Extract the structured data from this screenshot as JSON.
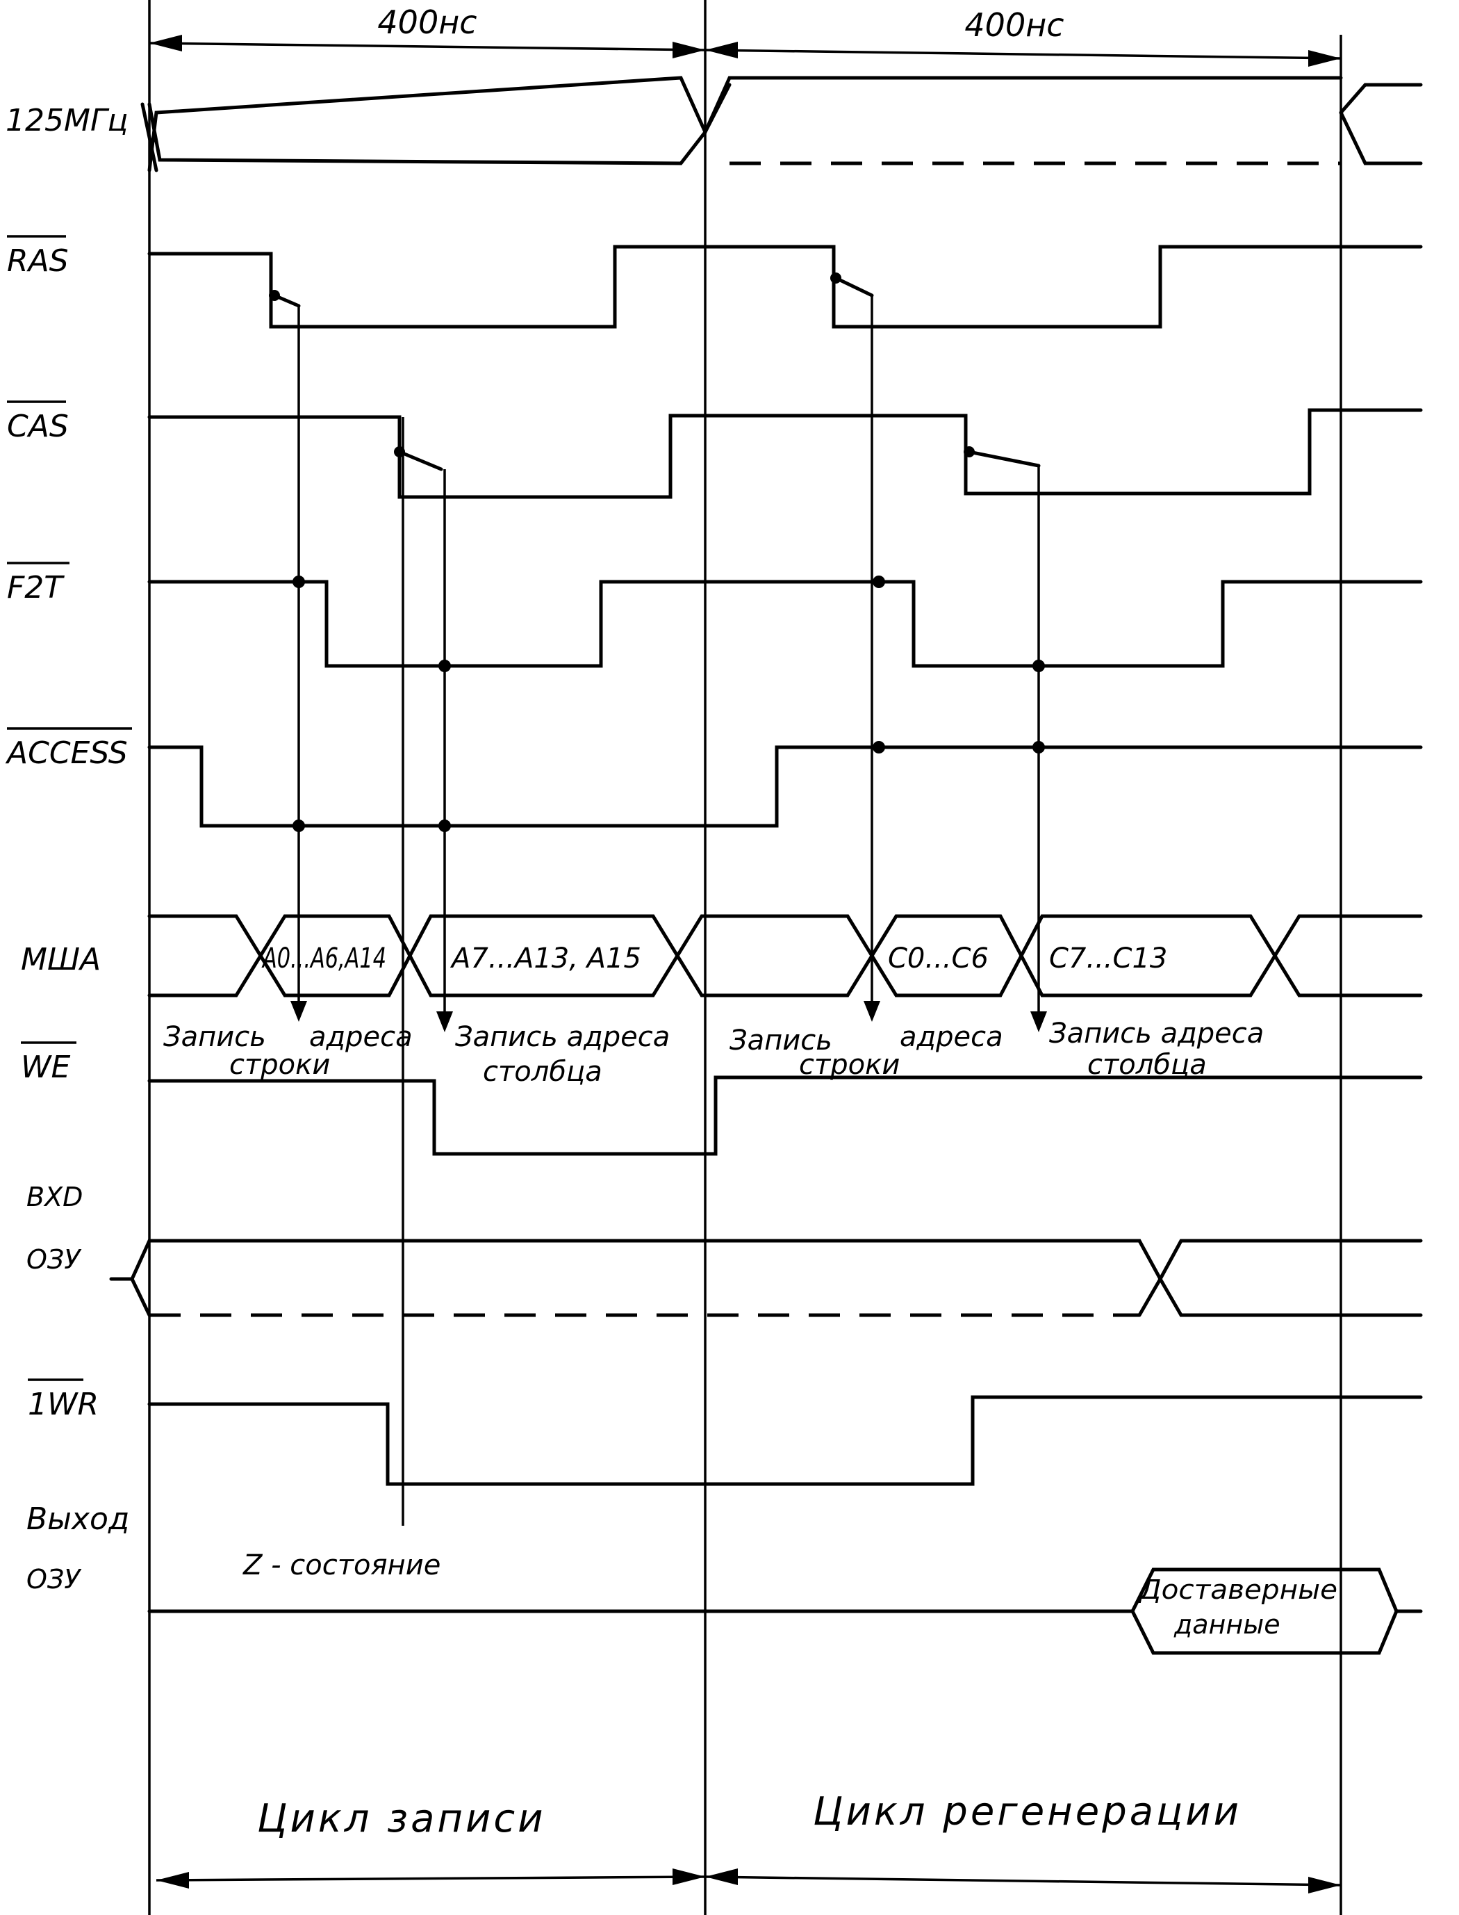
{
  "timing": {
    "left": "400нс",
    "right": "400нс"
  },
  "signals": {
    "clk": "125МГц",
    "ras": "RAS",
    "cas": "CAS",
    "f2t": "F2T",
    "access": "ACCESS",
    "msha": "МША",
    "we": "WE",
    "vhod_1": "ВХD",
    "vhod_2": "ОЗУ",
    "iwr": "1WR",
    "vyhod_1": "Выход",
    "vyhod_2": "ОЗУ"
  },
  "bus": {
    "a_row": "A0...A6,A14",
    "a_col": "A7...A13, A15",
    "c_row": "C0...C6",
    "c_col": "C7...C13"
  },
  "notes": {
    "zapis_1": "Запись",
    "adresa_1": "адреса",
    "stroki_1": "строки",
    "zapis_col_1": "Запись адреса",
    "stolbca_1": "столбца",
    "zapis_2": "Запись",
    "adresa_2": "адреса",
    "stroki_2": "строки",
    "zapis_col_2": "Запись адреса",
    "stolbca_2": "столбца",
    "z_state": "Z - состояние",
    "data_1": "Доставерные",
    "data_2": "данные"
  },
  "cycles": {
    "write": "Цикл записи",
    "regen": "Цикл регенерации"
  }
}
